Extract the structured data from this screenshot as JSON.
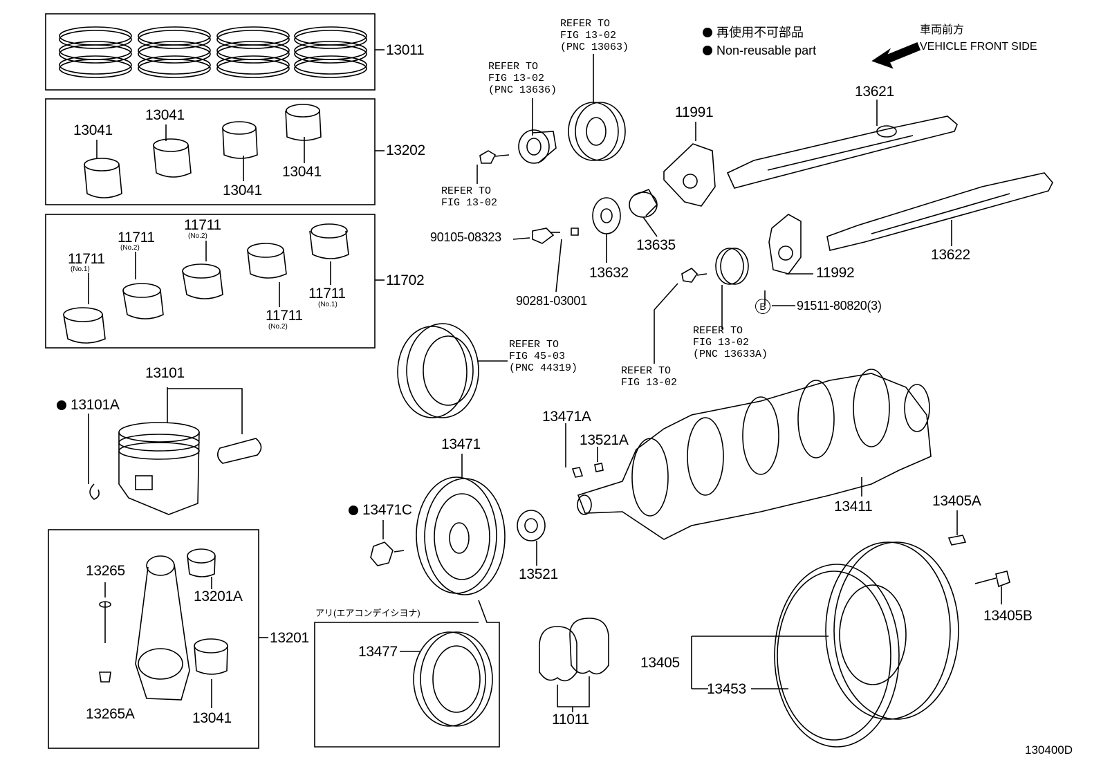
{
  "legend": {
    "jp_label": "再使用不可部品",
    "en_label": "Non-reusable part",
    "front_jp": "車両前方",
    "front_en": "VEHICLE FRONT SIDE"
  },
  "figure_id": "130400D",
  "parts": {
    "p13011": "13011",
    "p13202": "13202",
    "p13041_a": "13041",
    "p13041_b": "13041",
    "p13041_c": "13041",
    "p13041_d": "13041",
    "p11702": "11702",
    "p11711_a": "11711",
    "p11711_b": "11711",
    "p11711_c": "11711",
    "p11711_d": "11711",
    "p11711_e": "11711",
    "p13101": "13101",
    "p13101A": "13101A",
    "p13265": "13265",
    "p13265A": "13265A",
    "p13201A": "13201A",
    "p13201": "13201",
    "p13041_e": "13041",
    "p13621": "13621",
    "p11991": "11991",
    "p13622": "13622",
    "p11992": "11992",
    "p91511": "91511-80820(3)",
    "p90105": "90105-08323",
    "p90281": "90281-03001",
    "p13632": "13632",
    "p13635": "13635",
    "p13471A": "13471A",
    "p13521A": "13521A",
    "p13471": "13471",
    "p13471C": "13471C",
    "p13521": "13521",
    "p13411": "13411",
    "p13405A": "13405A",
    "p13405B": "13405B",
    "p13405": "13405",
    "p13453": "13453",
    "p13477": "13477",
    "p11011": "11011"
  },
  "subs": {
    "no1_a": "(No.1)",
    "no2_a": "(No.2)",
    "no2_b": "(No.2)",
    "no2_c": "(No.2)",
    "no1_b": "(No.1)"
  },
  "refs": {
    "r1": "REFER TO\nFIG 13-02\n(PNC 13063)",
    "r2": "REFER TO\nFIG 13-02\n(PNC 13636)",
    "r3": "REFER TO\nFIG 13-02",
    "r4": "REFER TO\nFIG 45-03\n(PNC 44319)",
    "r5": "REFER TO\nFIG 13-02\n(PNC 13633A)",
    "r6": "REFER TO\nFIG 13-02"
  },
  "aircon_label": "アリ(エアコンデイシヨナ)",
  "callout_b": "B"
}
